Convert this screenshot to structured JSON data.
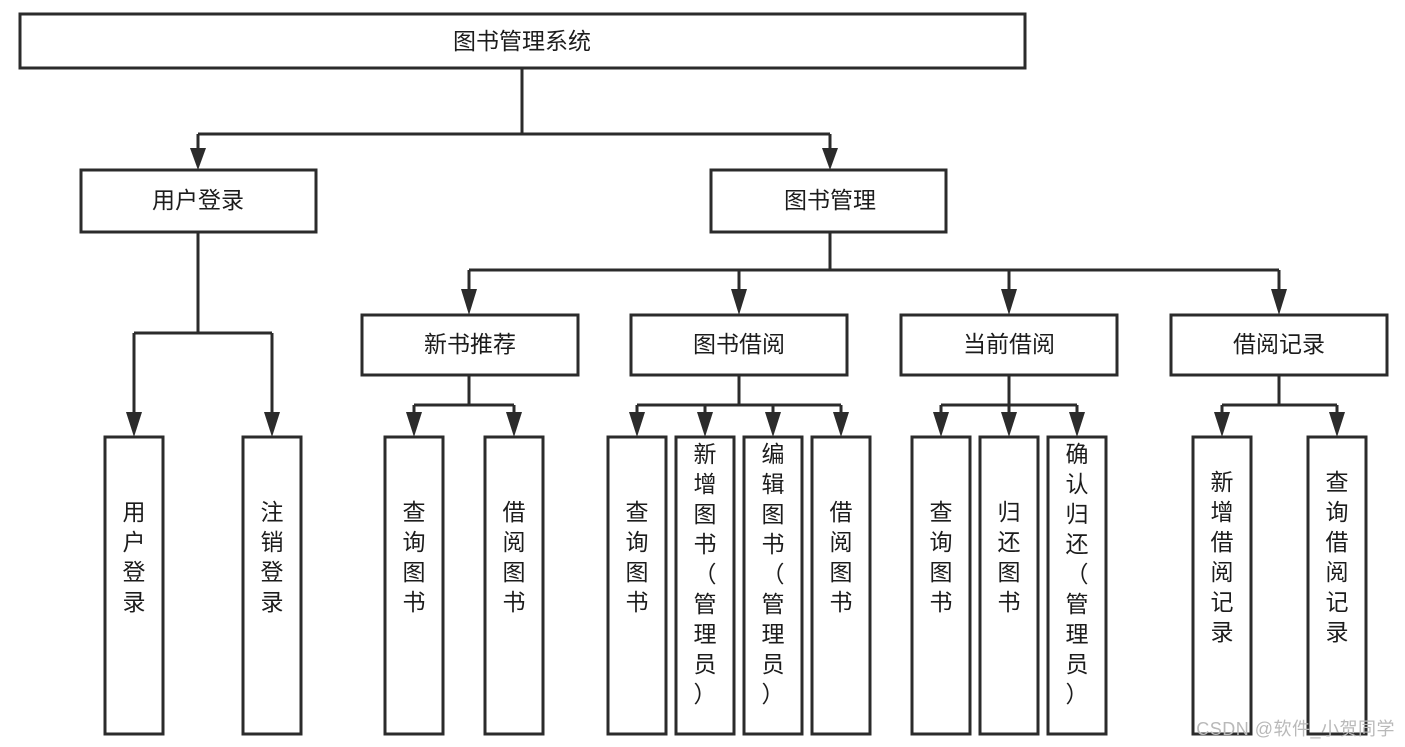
{
  "diagram": {
    "title": "图书管理系统",
    "type": "hierarchy-tree",
    "watermark": "CSDN @软件_小贺同学",
    "colors": {
      "box_stroke": "#2b2b2b",
      "box_fill": "#ffffff",
      "text": "#1c1c1c",
      "connector": "#2b2b2b",
      "watermark": "#b9b9b9",
      "background": "#ffffff"
    },
    "levels": {
      "level1": [
        {
          "id": "root",
          "label": "图书管理系统"
        }
      ],
      "level2": [
        {
          "id": "user-login",
          "label": "用户登录"
        },
        {
          "id": "book-management",
          "label": "图书管理"
        }
      ],
      "level3": [
        {
          "id": "new-book-recommend",
          "label": "新书推荐",
          "parent": "book-management"
        },
        {
          "id": "book-borrow",
          "label": "图书借阅",
          "parent": "book-management"
        },
        {
          "id": "current-borrow",
          "label": "当前借阅",
          "parent": "book-management"
        },
        {
          "id": "borrow-record",
          "label": "借阅记录",
          "parent": "book-management"
        }
      ],
      "level4": [
        {
          "id": "leaf-user-login",
          "label": "用户登录",
          "parent": "user-login"
        },
        {
          "id": "leaf-user-logout",
          "label": "注销登录",
          "parent": "user-login"
        },
        {
          "id": "leaf-query-book-1",
          "label": "查询图书",
          "parent": "new-book-recommend"
        },
        {
          "id": "leaf-borrow-book-1",
          "label": "借阅图书",
          "parent": "new-book-recommend"
        },
        {
          "id": "leaf-query-book-2",
          "label": "查询图书",
          "parent": "book-borrow"
        },
        {
          "id": "leaf-add-book",
          "label": "新增图书（管理员）",
          "parent": "book-borrow"
        },
        {
          "id": "leaf-edit-book",
          "label": "编辑图书（管理员）",
          "parent": "book-borrow"
        },
        {
          "id": "leaf-borrow-book-2",
          "label": "借阅图书",
          "parent": "book-borrow"
        },
        {
          "id": "leaf-query-book-3",
          "label": "查询图书",
          "parent": "current-borrow"
        },
        {
          "id": "leaf-return-book",
          "label": "归还图书",
          "parent": "current-borrow"
        },
        {
          "id": "leaf-confirm-return",
          "label": "确认归还（管理员）",
          "parent": "current-borrow"
        },
        {
          "id": "leaf-add-record",
          "label": "新增借阅记录",
          "parent": "borrow-record"
        },
        {
          "id": "leaf-query-record",
          "label": "查询借阅记录",
          "parent": "borrow-record"
        }
      ]
    }
  }
}
